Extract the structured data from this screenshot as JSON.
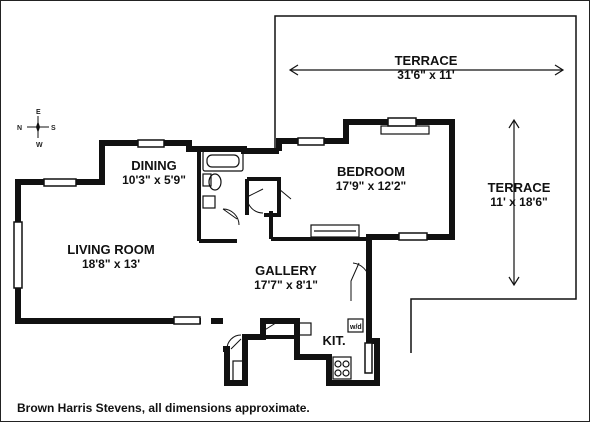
{
  "rooms": {
    "terrace_top": {
      "name": "TERRACE",
      "dims": "31'6\" x 11'"
    },
    "terrace_right": {
      "name": "TERRACE",
      "dims": "11' x 18'6\""
    },
    "bedroom": {
      "name": "BEDROOM",
      "dims": "17'9\" x 12'2\""
    },
    "dining": {
      "name": "DINING",
      "dims": "10'3\" x 5'9\""
    },
    "living": {
      "name": "LIVING ROOM",
      "dims": "18'8\" x 13'"
    },
    "gallery": {
      "name": "GALLERY",
      "dims": "17'7\" x 8'1\""
    },
    "kitchen": {
      "name": "KIT."
    },
    "washer_dryer": "w/d"
  },
  "compass": {
    "n": "N",
    "s": "S",
    "e": "E",
    "w": "W"
  },
  "footer": "Brown Harris Stevens, all dimensions approximate."
}
